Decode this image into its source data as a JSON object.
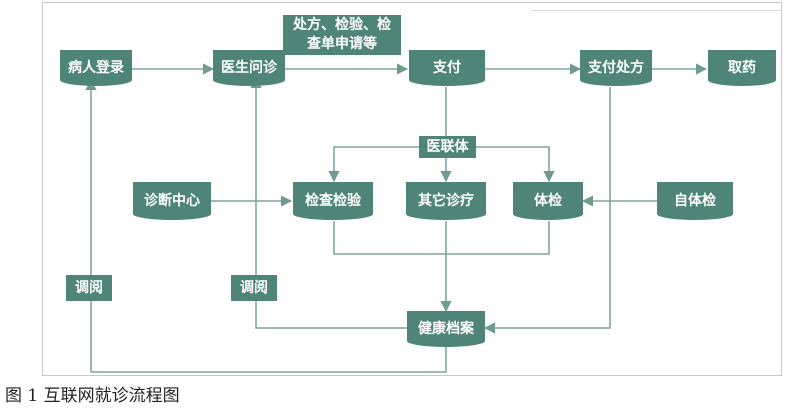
{
  "nodes": {
    "patient_login": "病人登录",
    "doctor_consult": "医生问诊",
    "prescription": "处方、检验、检查单申请等",
    "pay": "支付",
    "pay_prescription": "支付处方",
    "take_medicine": "取药",
    "alliance": "医联体",
    "diagnosis_center": "诊断中心",
    "exam_lab": "检查检验",
    "other_treatment": "其它诊疗",
    "physical_exam": "体检",
    "self_exam": "自体检",
    "access_left": "调阅",
    "access_mid": "调阅",
    "health_record": "健康档案"
  },
  "caption": "图 1 互联网就诊流程图",
  "colors": {
    "box": "#4f8479",
    "line": "#7fa69e"
  }
}
